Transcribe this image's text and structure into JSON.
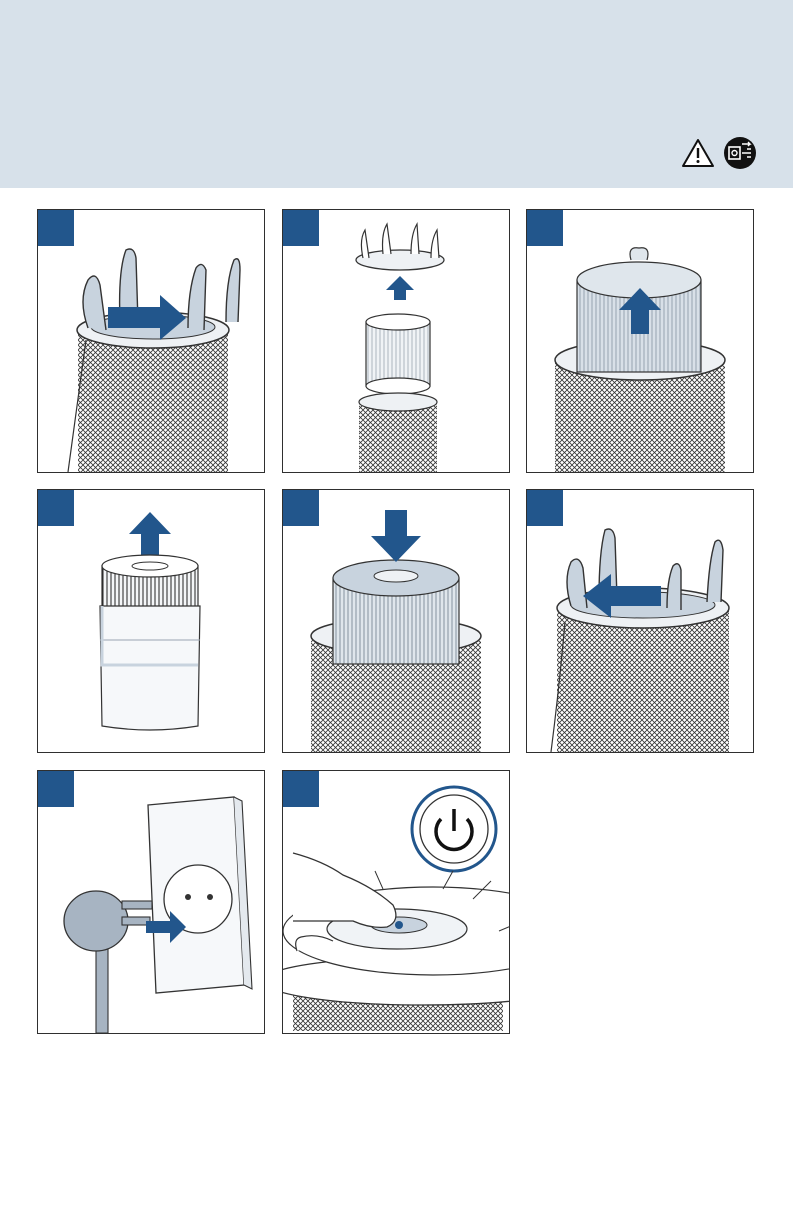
{
  "header": {
    "warning_icon": "warning-triangle-icon",
    "unplug_icon": "unplug-power-icon"
  },
  "steps": [
    {
      "id": 1,
      "illustration": "rotate-top-grille-icon"
    },
    {
      "id": 2,
      "illustration": "lift-grille-and-filter-icon"
    },
    {
      "id": 3,
      "illustration": "pull-out-filter-icon"
    },
    {
      "id": 4,
      "illustration": "remove-filter-bag-icon"
    },
    {
      "id": 5,
      "illustration": "insert-new-filter-icon"
    },
    {
      "id": 6,
      "illustration": "reattach-grille-icon"
    },
    {
      "id": 7,
      "illustration": "plug-in-outlet-icon"
    },
    {
      "id": 8,
      "illustration": "press-power-button-icon"
    }
  ],
  "colors": {
    "header_bg": "#d7e1ea",
    "accent_blue": "#22568c",
    "line": "#2f2f2f"
  }
}
